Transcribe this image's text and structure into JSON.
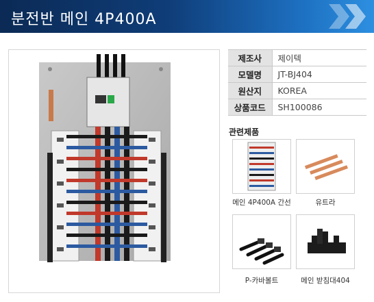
{
  "header": {
    "title": "분전반 메인 4P400A"
  },
  "specs": [
    {
      "key": "제조사",
      "value": "제이텍"
    },
    {
      "key": "모델명",
      "value": "JT-BJ404"
    },
    {
      "key": "원산지",
      "value": "KOREA"
    },
    {
      "key": "상품코드",
      "value": "SH100086"
    }
  ],
  "related": {
    "title": "관련제품",
    "items": [
      {
        "label": "메인 4P400A 간선",
        "icon": "busbar-panel-thumbnail"
      },
      {
        "label": "유트라",
        "icon": "copper-comb-bar-thumbnail"
      },
      {
        "label": "P-카바볼트",
        "icon": "cover-bolt-thumbnail"
      },
      {
        "label": "메인 받침대404",
        "icon": "support-stand-thumbnail"
      }
    ]
  },
  "colors": {
    "header_dark": "#0b2a55",
    "header_light": "#2d8fe0",
    "table_key_bg": "#e3e3e3"
  }
}
